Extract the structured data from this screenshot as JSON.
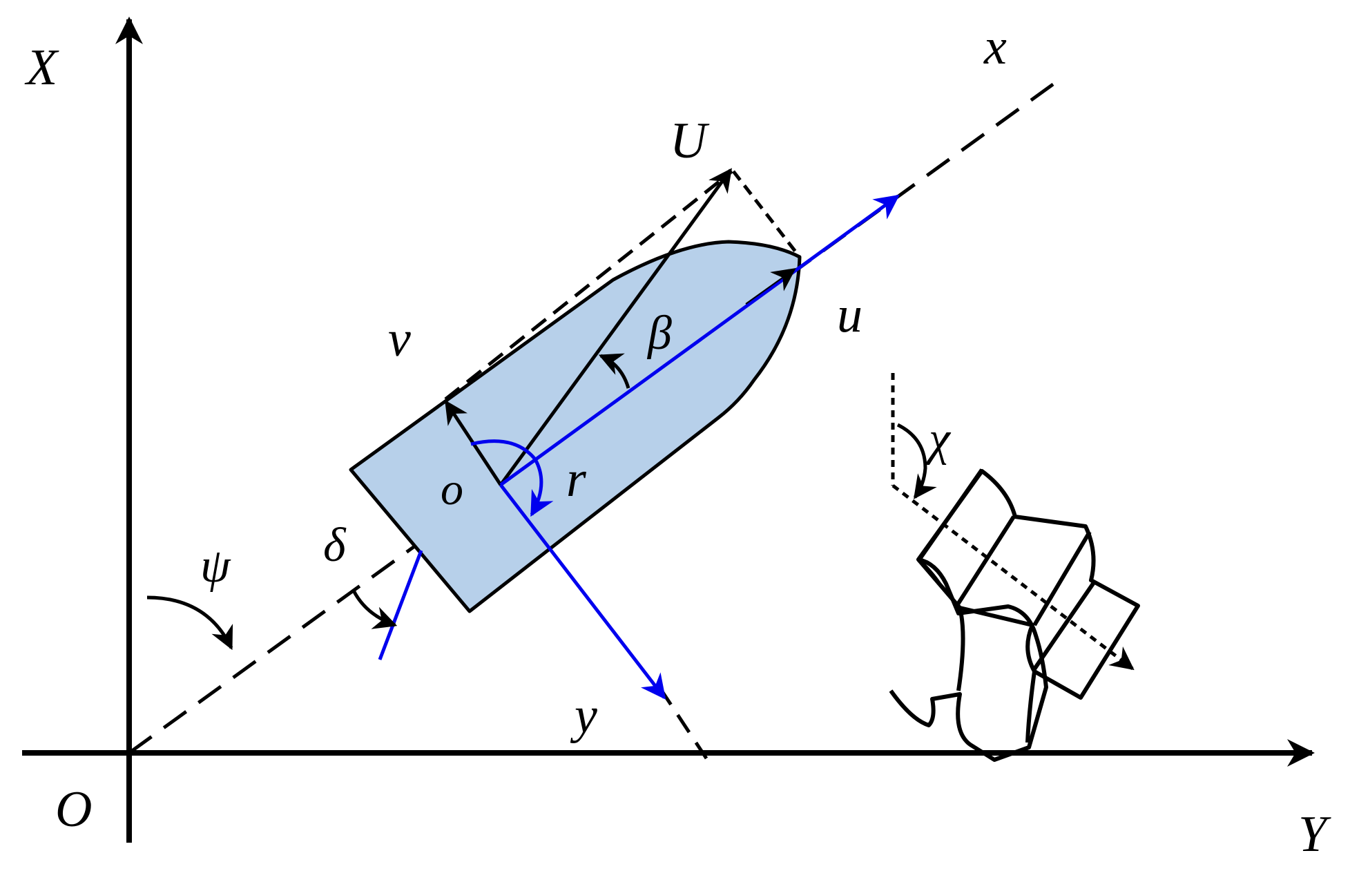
{
  "colors": {
    "background": "#ffffff",
    "hull_fill": "#b7d0ea",
    "stroke": "#000000",
    "body_axes": "#0000ee"
  },
  "labels": {
    "earth_x_axis": "X",
    "earth_y_axis": "Y",
    "earth_origin": "O",
    "body_x_axis": "x",
    "body_y_axis": "y",
    "body_origin": "o",
    "total_velocity": "U",
    "surge_velocity": "u",
    "sway_velocity": "v",
    "drift_angle": "β",
    "yaw_rate": "r",
    "heading_angle": "ψ",
    "rudder_angle": "δ",
    "propeller_angle": "χ"
  },
  "icons": {
    "hull": "ship-hull-icon",
    "rudder": "rudder-line-icon",
    "propeller": "propeller-icon"
  }
}
